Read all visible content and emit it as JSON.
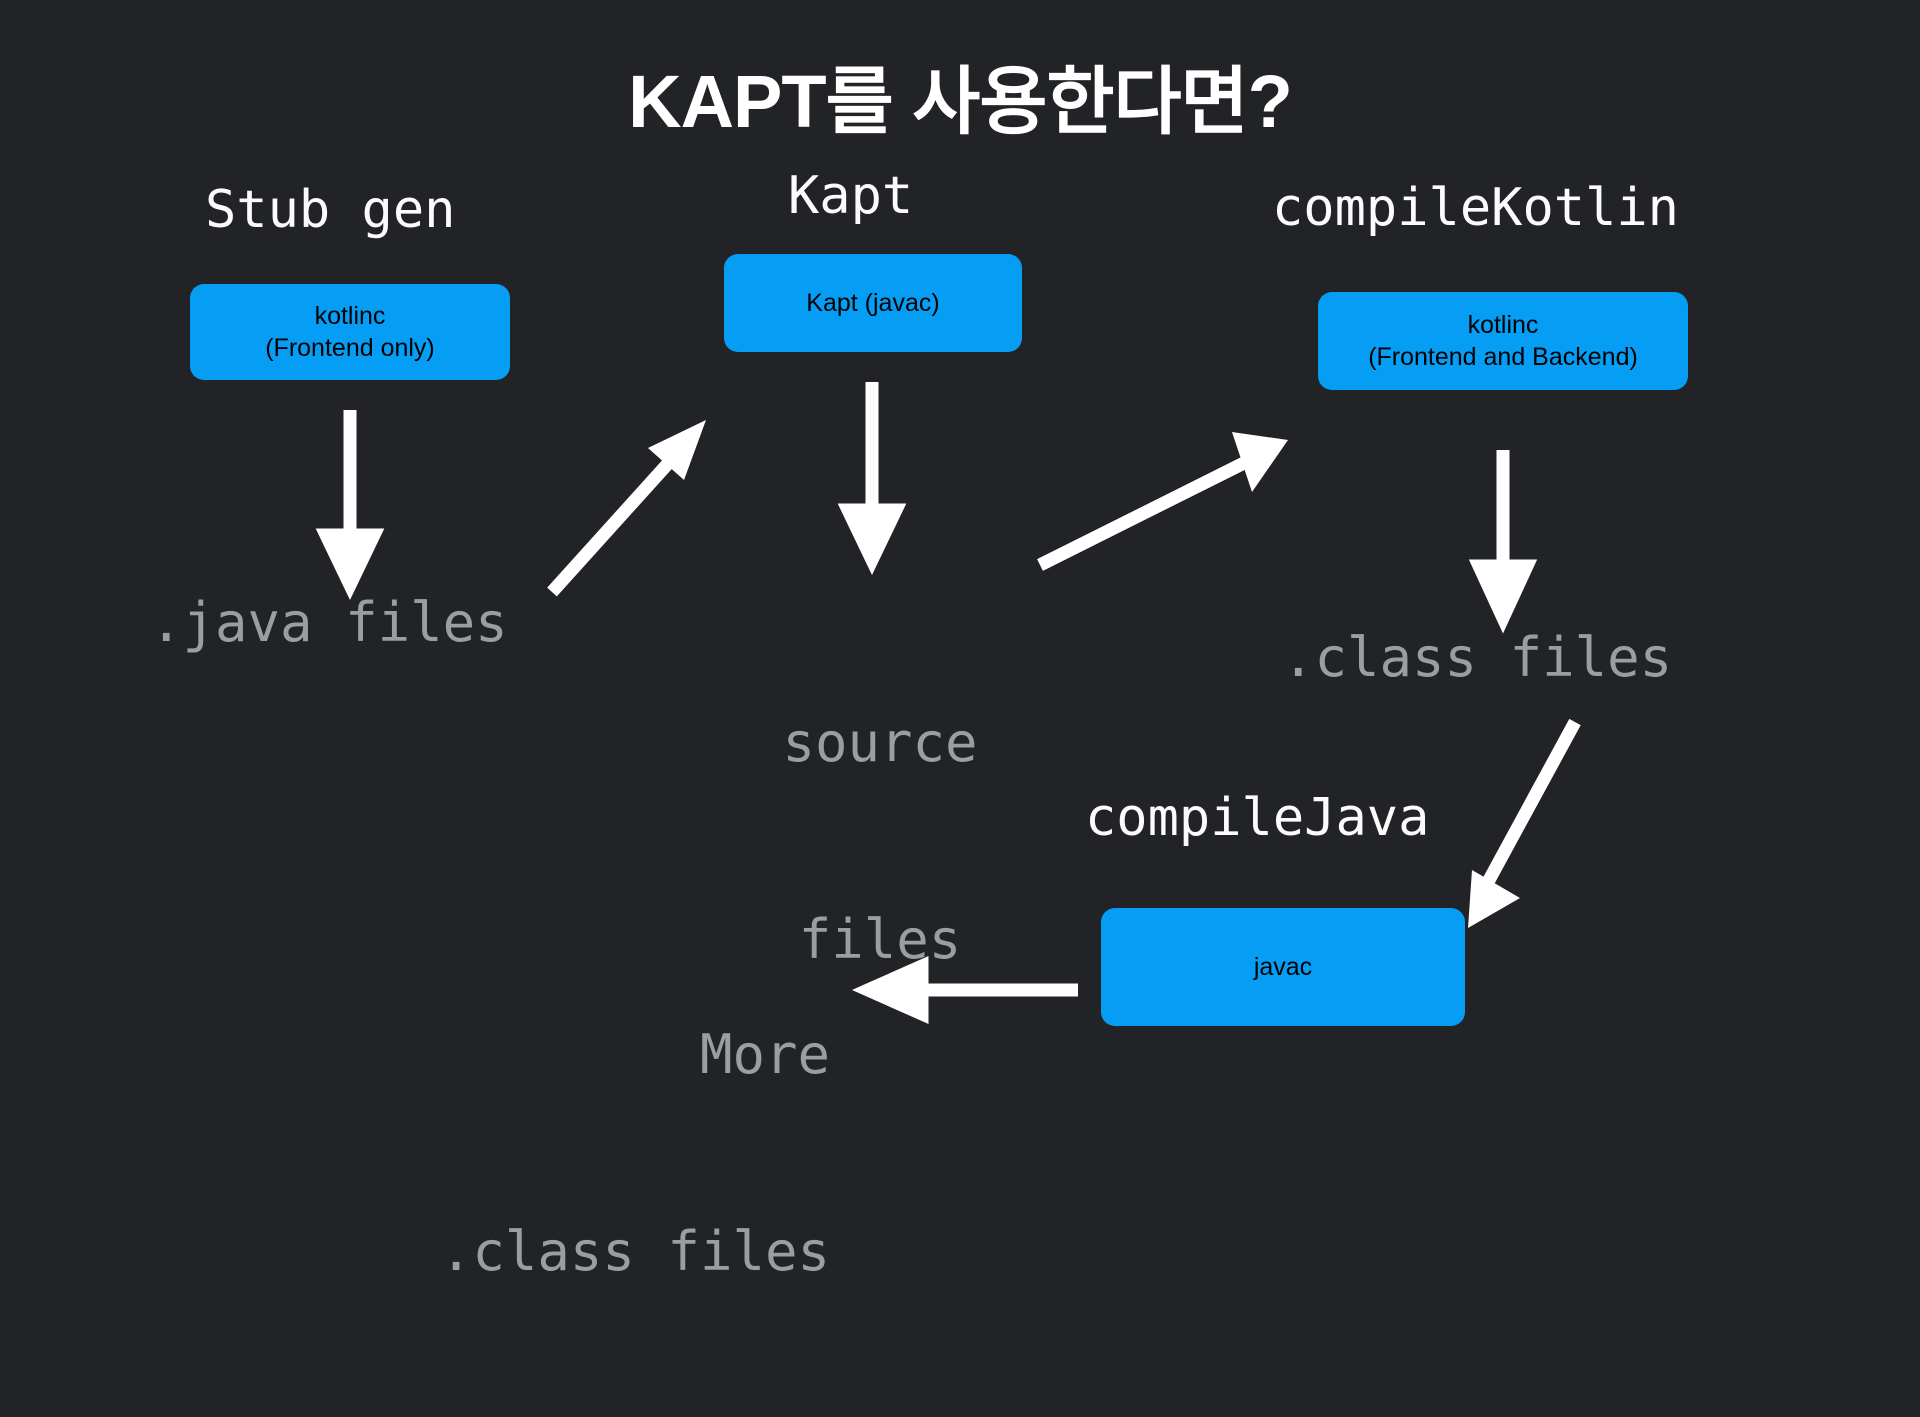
{
  "page": {
    "title": "KAPT를 사용한다면?",
    "background_color": "#222326",
    "accent_color": "#069ef5",
    "label_color": "#ffffff",
    "artifact_color": "#9a9da2"
  },
  "stages": [
    {
      "id": "stub-gen",
      "label": "Stub gen"
    },
    {
      "id": "kapt",
      "label": "Kapt"
    },
    {
      "id": "compile-kotlin",
      "label": "compileKotlin"
    },
    {
      "id": "compile-java",
      "label": "compileJava"
    }
  ],
  "boxes": [
    {
      "id": "kotlinc-frontend",
      "line1": "kotlinc",
      "line2": "(Frontend only)"
    },
    {
      "id": "kapt-javac",
      "line1": "Kapt (javac)",
      "line2": ""
    },
    {
      "id": "kotlinc-frontend-backend",
      "line1": "kotlinc",
      "line2": "(Frontend and Backend)"
    },
    {
      "id": "javac",
      "line1": "javac",
      "line2": ""
    }
  ],
  "artifacts": [
    {
      "id": "java-files",
      "line1": ".java files",
      "line2": ""
    },
    {
      "id": "source-files",
      "line1": "source",
      "line2": "files"
    },
    {
      "id": "class-files",
      "line1": ".class files",
      "line2": ""
    },
    {
      "id": "more-class-files",
      "line1": "More",
      "line2": ".class files"
    }
  ],
  "arrows": [
    {
      "id": "stubgen-to-javafiles",
      "direction": "down"
    },
    {
      "id": "javafiles-to-kapt",
      "direction": "up-right"
    },
    {
      "id": "kapt-to-sourcefiles",
      "direction": "down"
    },
    {
      "id": "sourcefiles-to-kotlinc",
      "direction": "up-right"
    },
    {
      "id": "kotlinc-to-classfiles",
      "direction": "down"
    },
    {
      "id": "classfiles-to-javac",
      "direction": "down-right"
    },
    {
      "id": "javac-to-moreclassfiles",
      "direction": "left"
    }
  ]
}
